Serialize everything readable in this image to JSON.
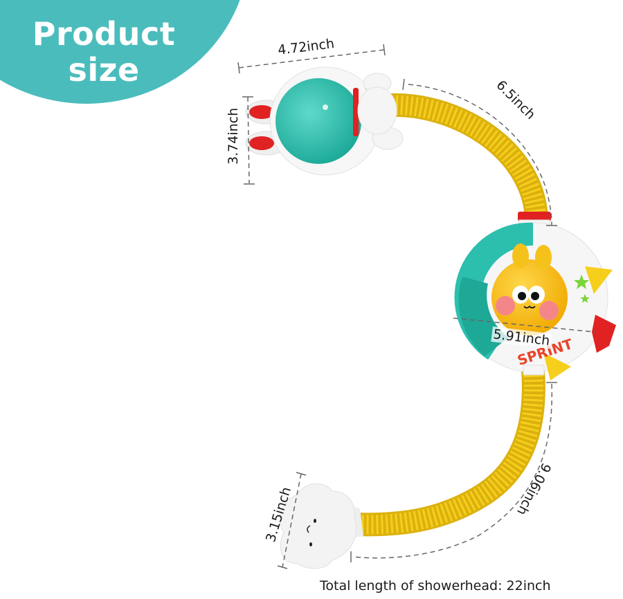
{
  "badge": {
    "line1": "Product",
    "line2": "size",
    "color": "#4bbcbc"
  },
  "dimensions": {
    "width_astronaut": "4.72inch",
    "height_astronaut": "3.74inch",
    "upper_hose": "6.5inch",
    "rocket_diameter": "5.91inch",
    "lower_hose": "9.06inch",
    "showerhead_height": "3.15inch"
  },
  "product_labels": {
    "rocket_text": "SPRINT"
  },
  "footer": {
    "total_length": "Total length of showerhead: 22inch"
  },
  "colors": {
    "teal": "#2dbfae",
    "yellow": "#f5cf1c",
    "red": "#e02222",
    "white": "#f5f5f5",
    "green_star": "#7dd33a",
    "dashed_line": "#666666"
  }
}
